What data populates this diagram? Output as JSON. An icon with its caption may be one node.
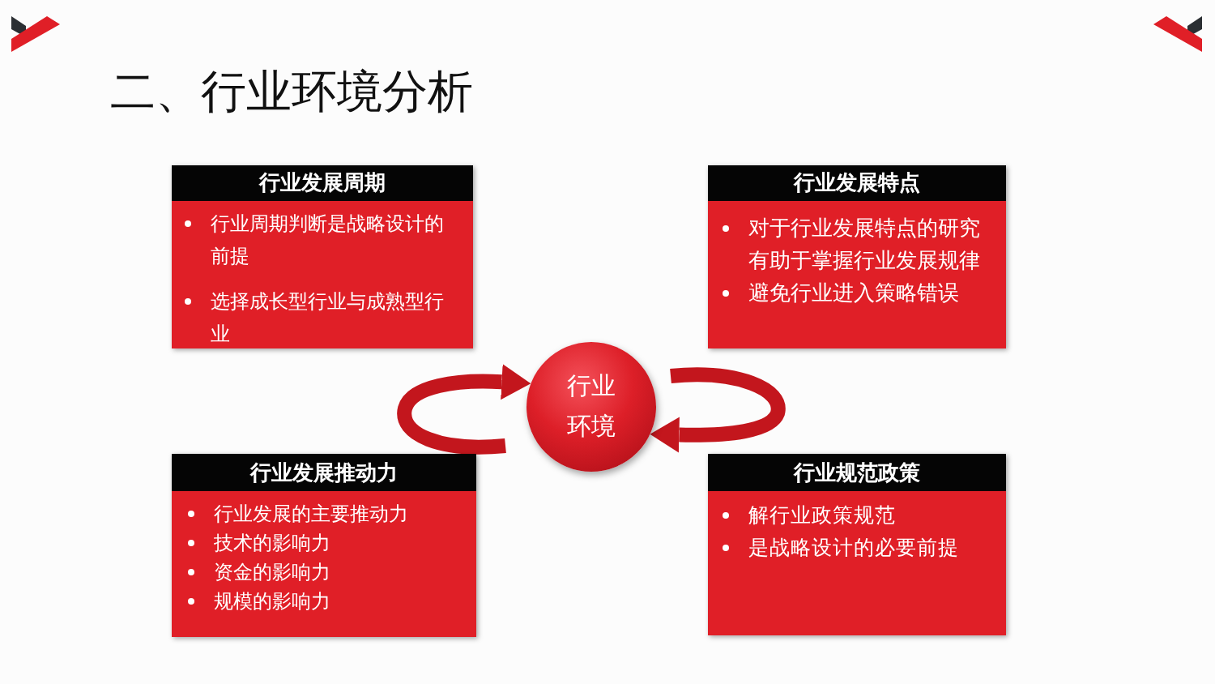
{
  "diagram": {
    "title": "二、行业环境分析",
    "nodes": [
      {
        "text": [
          "行业发展周期",
          "行业周期判断是战略设计的前提",
          "选择成长型行业与成熟型行业"
        ]
      },
      {
        "text": [
          "行业发展特点",
          "对于行业发展特点的研究有助于掌握行业发展规律",
          "避免行业进入策略错误"
        ]
      },
      {
        "text": [
          "行业环境"
        ]
      },
      {
        "text": [
          "行业发展推动力",
          "行业发展的主要推动力",
          "技术的影响力",
          "资金的影响力",
          "规模的影响力"
        ]
      },
      {
        "text": [
          "行业规范政策",
          "解行业政策规范",
          "是战略设计的必要前提"
        ]
      }
    ],
    "edges": [
      {
        "from": null,
        "to": 2,
        "arrow": "to"
      },
      {
        "from": null,
        "to": 2,
        "arrow": "to"
      }
    ]
  }
}
